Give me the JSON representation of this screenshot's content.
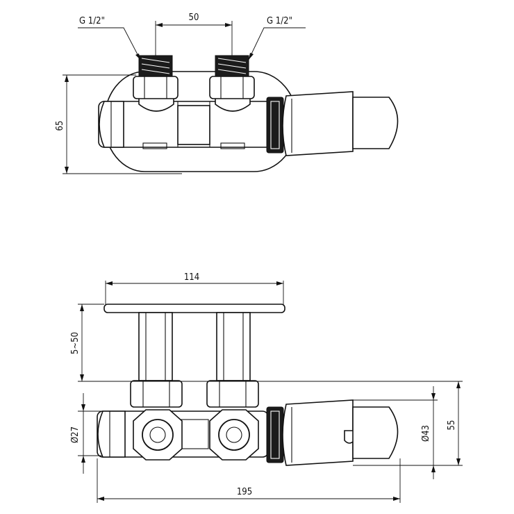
{
  "top_view": {
    "thread_left": "G 1/2\"",
    "thread_right": "G 1/2\"",
    "spacing": "50",
    "height": "65"
  },
  "front_view": {
    "plate_width": "114",
    "wall_distance": "5~50",
    "body_diameter": "Ø27",
    "head_diameter": "Ø43",
    "height": "55",
    "total_length": "195"
  }
}
